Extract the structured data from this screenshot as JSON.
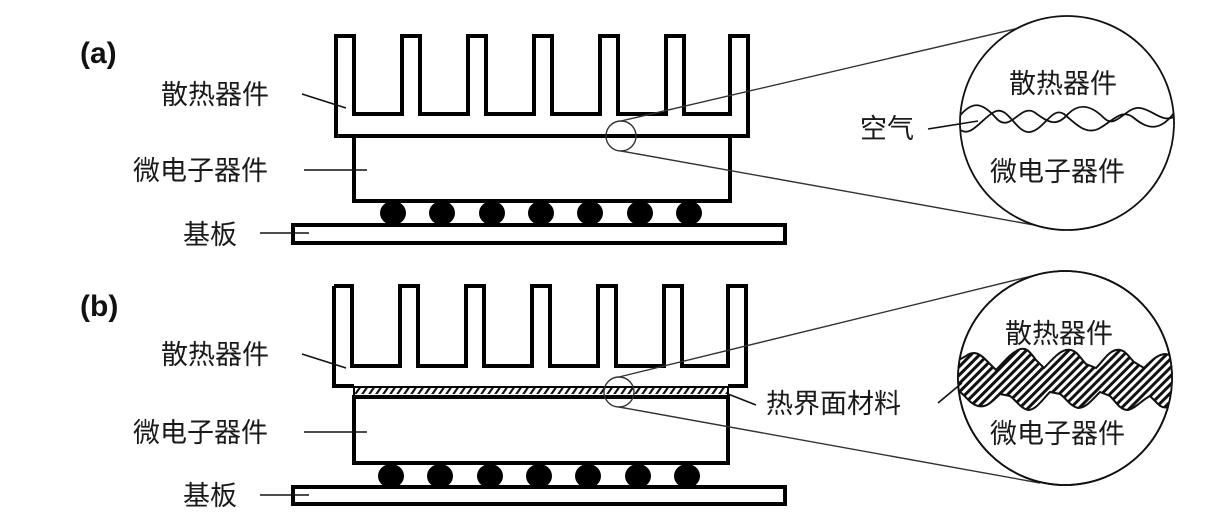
{
  "figure": {
    "panels": [
      {
        "id": "a",
        "tag": "(a)",
        "labels": {
          "heatsink": "散热器件",
          "chip": "微电子器件",
          "substrate": "基板"
        },
        "magnified": {
          "top": "散热器件",
          "gap": "空气",
          "bottom": "微电子器件"
        }
      },
      {
        "id": "b",
        "tag": "(b)",
        "labels": {
          "heatsink": "散热器件",
          "chip": "微电子器件",
          "substrate": "基板",
          "tim": "热界面材料"
        },
        "magnified": {
          "top": "散热器件",
          "bottom": "微电子器件"
        }
      }
    ],
    "fins_per_heatsink": 7,
    "solder_balls_per_chip": 7
  }
}
